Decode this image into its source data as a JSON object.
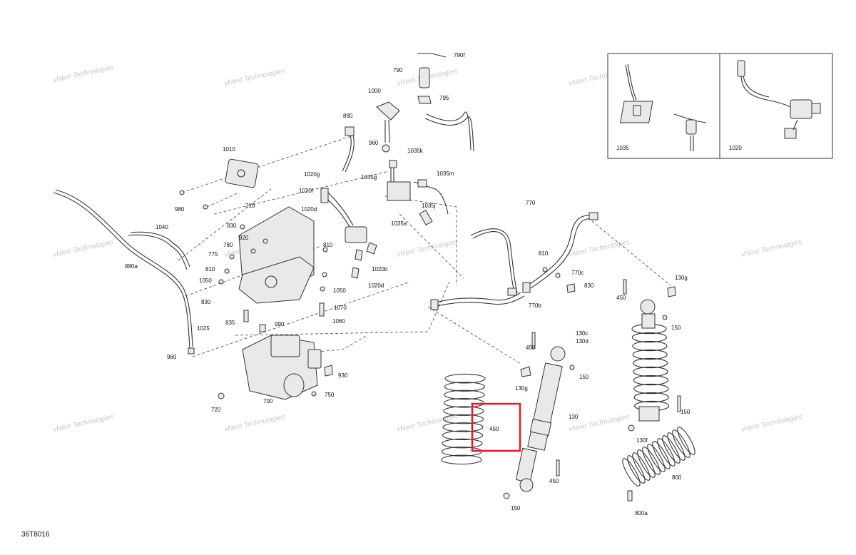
{
  "diagram": {
    "code": "36T8016",
    "watermark": "vNext Technologies",
    "highlight_color": "#e3192b",
    "inset_labels": [
      "1035",
      "1020"
    ],
    "callouts": [
      "790f",
      "790",
      "1000",
      "795",
      "890",
      "1010",
      "960",
      "1035k",
      "1020g",
      "1035g",
      "1035m",
      "1020f",
      "980",
      "710",
      "1020d",
      "1035j",
      "1035a",
      "830",
      "920",
      "780",
      "775",
      "810",
      "880a",
      "1040",
      "1050",
      "810",
      "1020b",
      "1020d",
      "1050",
      "830",
      "1070",
      "835",
      "1025",
      "1060",
      "990",
      "960",
      "930",
      "700",
      "750",
      "720",
      "770",
      "810",
      "770c",
      "830",
      "450",
      "130g",
      "770b",
      "150",
      "130c",
      "130d",
      "450",
      "150",
      "130g",
      "130",
      "450",
      "150",
      "130f",
      "450",
      "150",
      "800",
      "800a"
    ]
  }
}
